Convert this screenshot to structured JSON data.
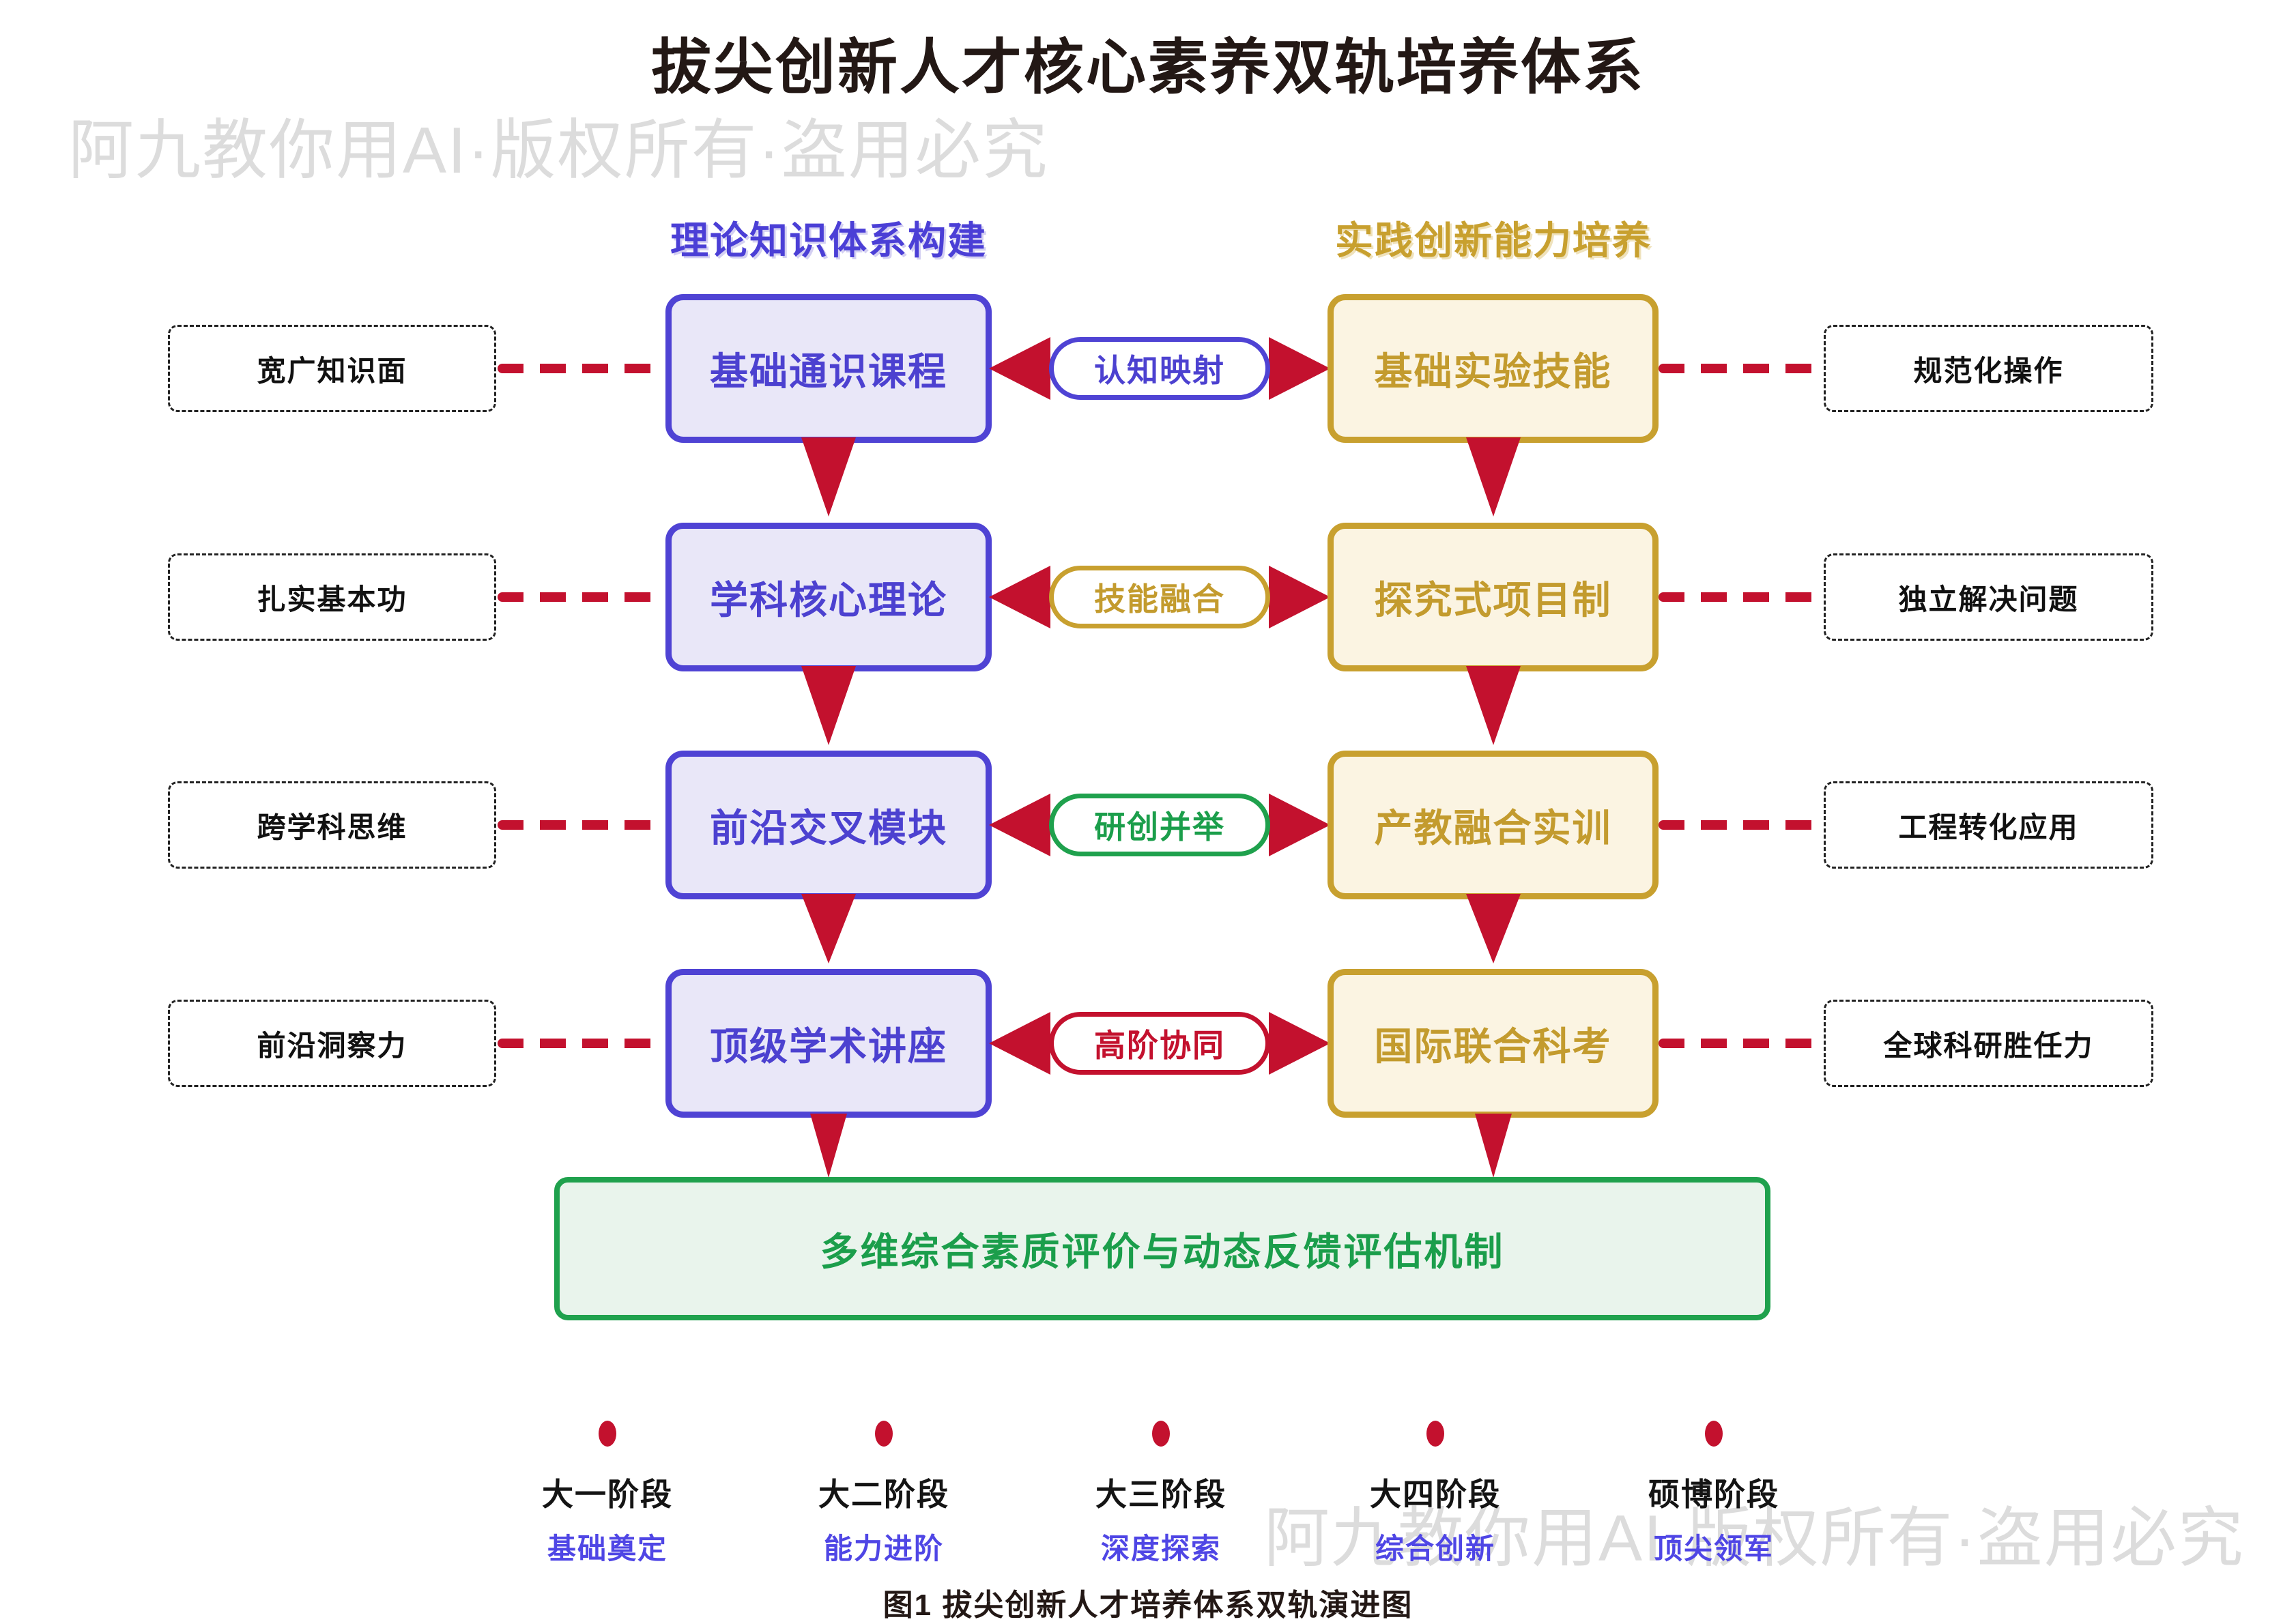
{
  "watermark": {
    "text": "阿九教你用AI·版权所有·盗用必究"
  },
  "title": "拔尖创新人才核心素养双轨培养体系",
  "columns": {
    "left": {
      "header": "理论知识体系构建"
    },
    "right": {
      "header": "实践创新能力培养"
    }
  },
  "rows": [
    {
      "left_trait": "宽广知识面",
      "left_box": "基础通识课程",
      "bridge": "认知映射",
      "right_box": "基础实验技能",
      "right_trait": "规范化操作"
    },
    {
      "left_trait": "扎实基本功",
      "left_box": "学科核心理论",
      "bridge": "技能融合",
      "right_box": "探究式项目制",
      "right_trait": "独立解决问题"
    },
    {
      "left_trait": "跨学科思维",
      "left_box": "前沿交叉模块",
      "bridge": "研创并举",
      "right_box": "产教融合实训",
      "right_trait": "工程转化应用"
    },
    {
      "left_trait": "前沿洞察力",
      "left_box": "顶级学术讲座",
      "bridge": "高阶协同",
      "right_box": "国际联合科考",
      "right_trait": "全球科研胜任力"
    }
  ],
  "evaluation_box": "多维综合素质评价与动态反馈评估机制",
  "legend": [
    {
      "stage": "大一阶段",
      "focus": "基础奠定"
    },
    {
      "stage": "大二阶段",
      "focus": "能力进阶"
    },
    {
      "stage": "大三阶段",
      "focus": "深度探索"
    },
    {
      "stage": "大四阶段",
      "focus": "综合创新"
    },
    {
      "stage": "硕博阶段",
      "focus": "顶尖领军"
    }
  ],
  "caption": "图1 拔尖创新人才培养体系双轨演进图",
  "colors": {
    "theory_purple": "#4B3FD6",
    "practice_gold": "#C8A02F",
    "connector_red": "#C3112E",
    "evaluation_green": "#1FA14D",
    "stage_focus_purple": "#4F46E5",
    "watermark_gray": "#DCDCDC",
    "bridge_border_colors": [
      "#4B3FD6",
      "#C8A02F",
      "#1FA14D",
      "#C3112E"
    ]
  }
}
